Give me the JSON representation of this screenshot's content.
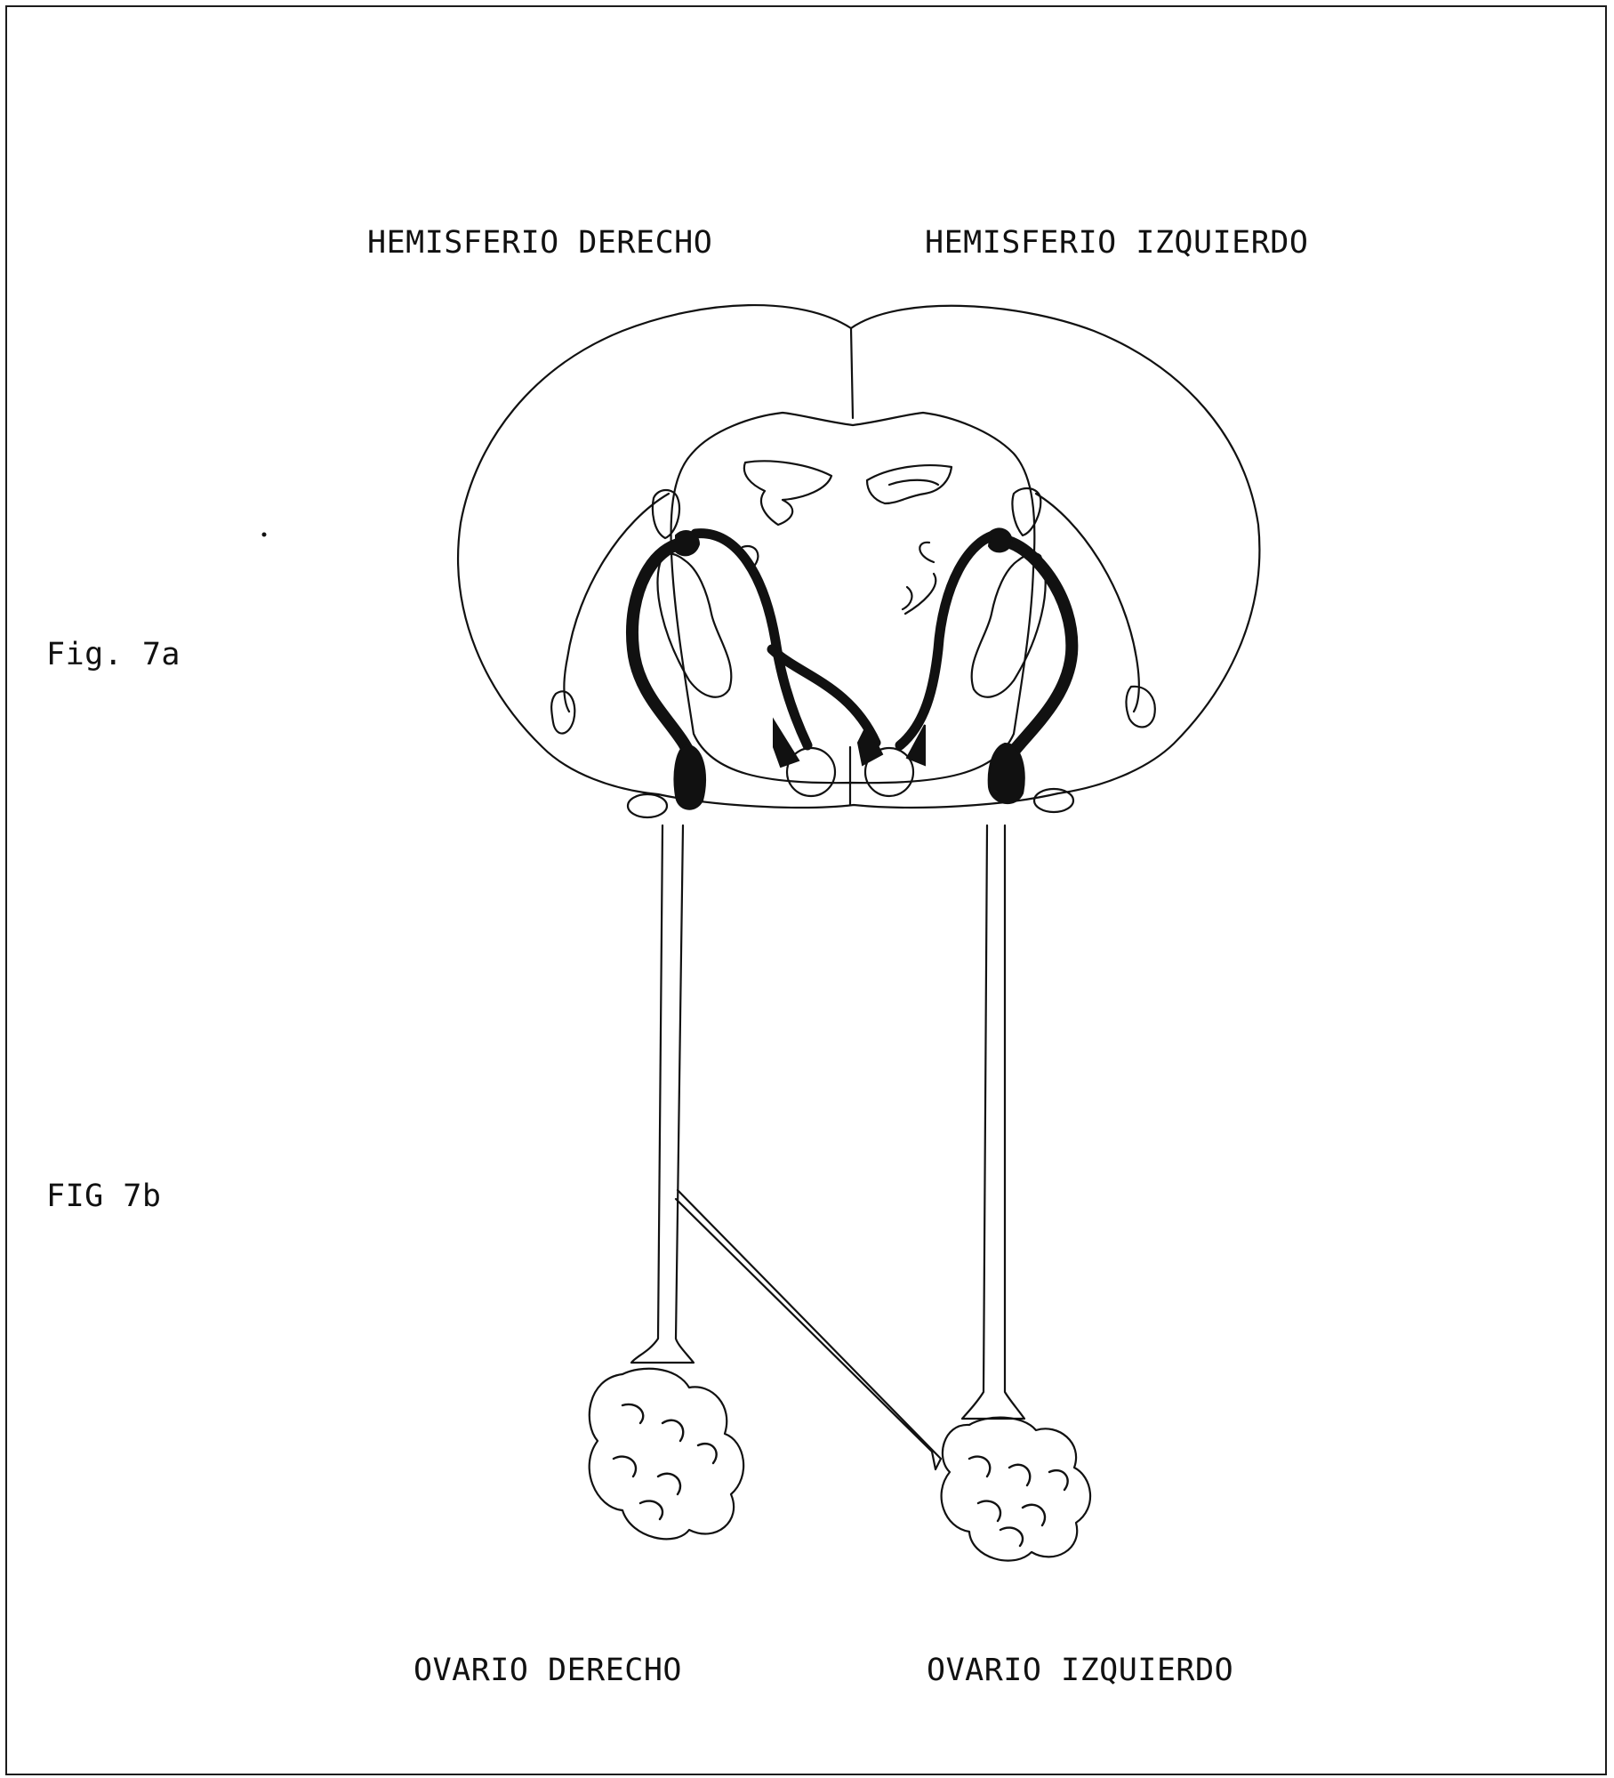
{
  "labels": {
    "hemisphere_right": "HEMISFERIO DERECHO",
    "hemisphere_left": "HEMISFERIO IZQUIERDO",
    "fig_a": "Fig. 7a",
    "fig_b": "FIG 7b",
    "ovary_right": "OVARIO DERECHO",
    "ovary_left": "OVARIO IZQUIERDO"
  },
  "colors": {
    "ink": "#111111",
    "fill": "#ffffff"
  }
}
